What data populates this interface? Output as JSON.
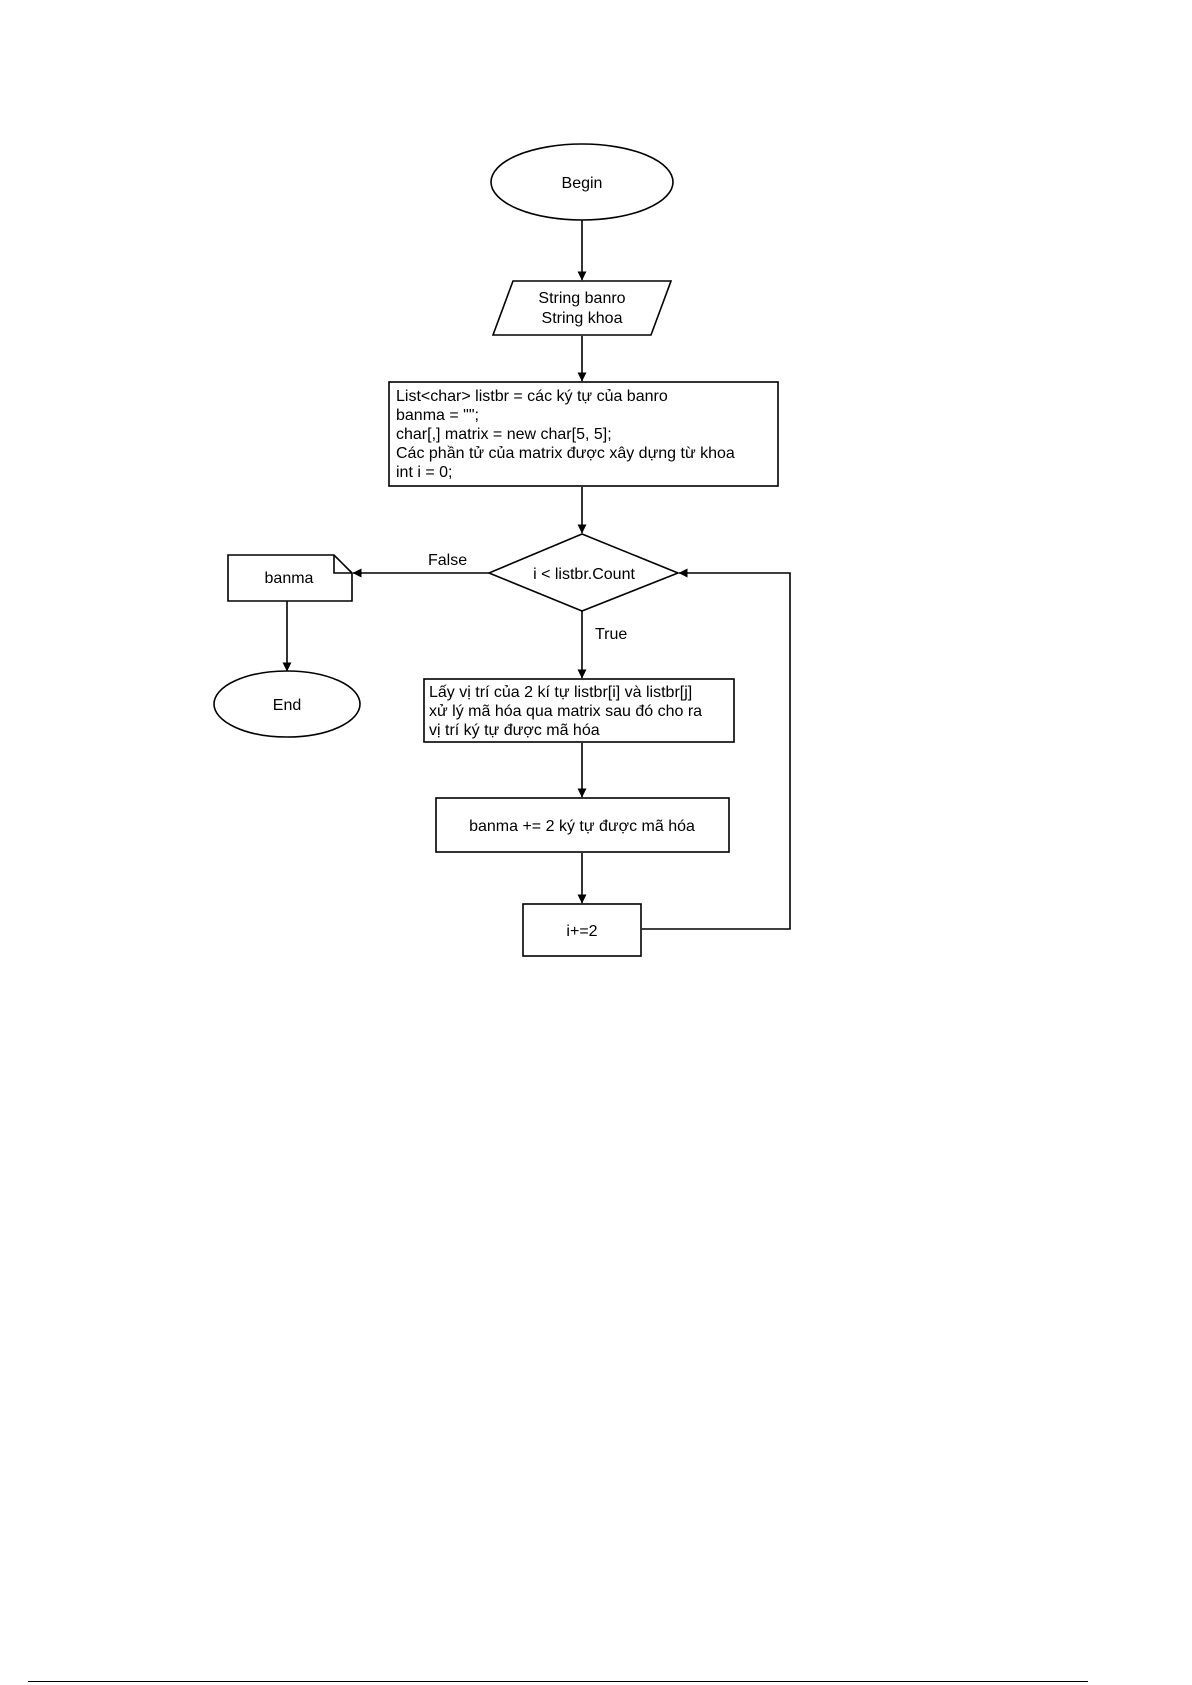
{
  "diagram": {
    "nodes": {
      "begin": {
        "shape": "ellipse",
        "lines": [
          "Begin"
        ]
      },
      "input": {
        "shape": "parallelogram",
        "lines": [
          "String banro",
          "String khoa"
        ]
      },
      "init": {
        "shape": "rectangle",
        "lines": [
          "List<char> listbr = các ký tự của banro",
          "banma = \"\";",
          "char[,] matrix = new char[5, 5];",
          "Các phần tử của matrix được xây dựng từ khoa",
          "int i = 0;"
        ]
      },
      "condition": {
        "shape": "diamond",
        "lines": [
          "i < listbr.Count"
        ]
      },
      "process": {
        "shape": "rectangle",
        "lines": [
          "Lấy vị trí của 2 kí tự listbr[i] và listbr[j]",
          "xử lý mã hóa qua matrix sau đó cho ra",
          "vị trí ký tự được mã hóa"
        ]
      },
      "append": {
        "shape": "rectangle",
        "lines": [
          "banma += 2 ký tự được mã hóa"
        ]
      },
      "increment": {
        "shape": "rectangle",
        "lines": [
          "i+=2"
        ]
      },
      "output": {
        "shape": "document",
        "lines": [
          "banma"
        ]
      },
      "end": {
        "shape": "ellipse",
        "lines": [
          "End"
        ]
      }
    },
    "edges": [
      {
        "from": "begin",
        "to": "input",
        "label": ""
      },
      {
        "from": "input",
        "to": "init",
        "label": ""
      },
      {
        "from": "init",
        "to": "condition",
        "label": ""
      },
      {
        "from": "condition",
        "to": "output",
        "label": "False"
      },
      {
        "from": "condition",
        "to": "process",
        "label": "True"
      },
      {
        "from": "process",
        "to": "append",
        "label": ""
      },
      {
        "from": "append",
        "to": "increment",
        "label": ""
      },
      {
        "from": "increment",
        "to": "condition",
        "label": ""
      },
      {
        "from": "output",
        "to": "end",
        "label": ""
      }
    ]
  }
}
